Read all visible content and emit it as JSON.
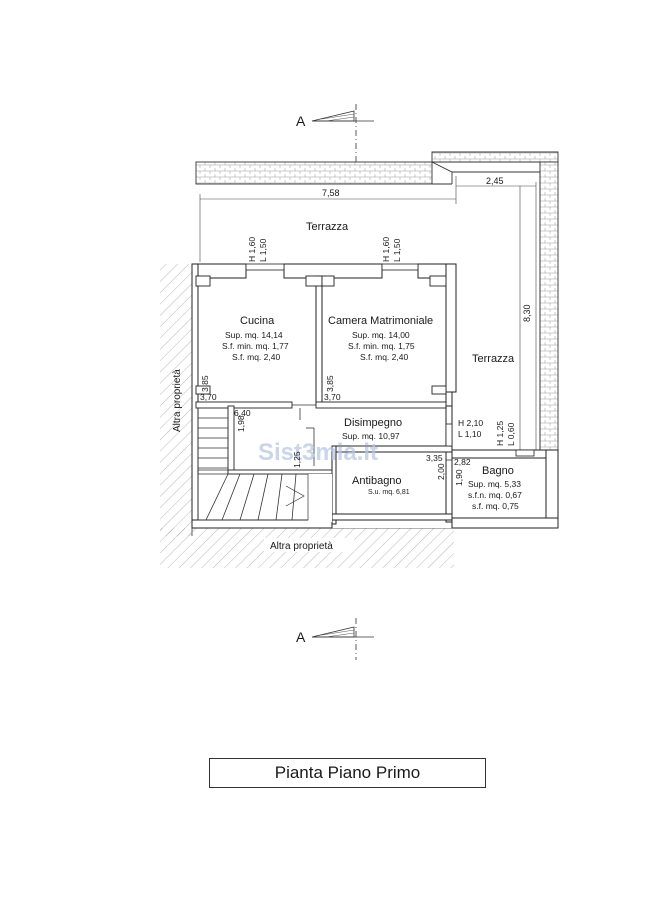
{
  "section_marker": "A",
  "watermark": "Sist3mia.it",
  "terraces": {
    "top_label": "Terrazza",
    "right_label": "Terrazza",
    "dim_width": "7,58",
    "dim_side": "2,45",
    "dim_depth": "8,30"
  },
  "neighbors": {
    "left": "Altra proprietà",
    "bottom": "Altra proprietà"
  },
  "windows": {
    "cucina_h": "H 1,60",
    "cucina_l": "L 1,50",
    "camera_h": "H 1,60",
    "camera_l": "L 1,50",
    "dis_h": "H 2,10",
    "dis_l": "L 1,10",
    "bagno_h": "H 1,25",
    "bagno_l": "L 0,60"
  },
  "rooms": {
    "cucina": {
      "name": "Cucina",
      "sup": "Sup. mq. 14,14",
      "sf_min": "S.f. min. mq. 1,77",
      "sf": "S.f. mq. 2,40",
      "h1": "3,85",
      "h2": "3,70"
    },
    "camera": {
      "name": "Camera Matrimoniale",
      "sup": "Sup. mq. 14,00",
      "sf_min": "S.f. min. mq. 1,75",
      "sf": "S.f. mq. 2,40",
      "h1": "3,85",
      "h2": "3,70"
    },
    "disimpegno": {
      "name": "Disimpegno",
      "sup": "Sup. mq. 10,97",
      "h1": "6,40",
      "h2": "1,98",
      "h3": "1,25"
    },
    "antibagno": {
      "name": "Antibagno",
      "sup": "S.u. mq. 6,81",
      "h1": "3,35",
      "h2": "2,00"
    },
    "bagno": {
      "name": "Bagno",
      "sup": "Sup. mq. 5,33",
      "sfn": "s.f.n. mq. 0,67",
      "sf": "s.f. mq. 0,75",
      "h1": "2,82",
      "h2": "1,90"
    }
  },
  "title": "Pianta Piano Primo"
}
